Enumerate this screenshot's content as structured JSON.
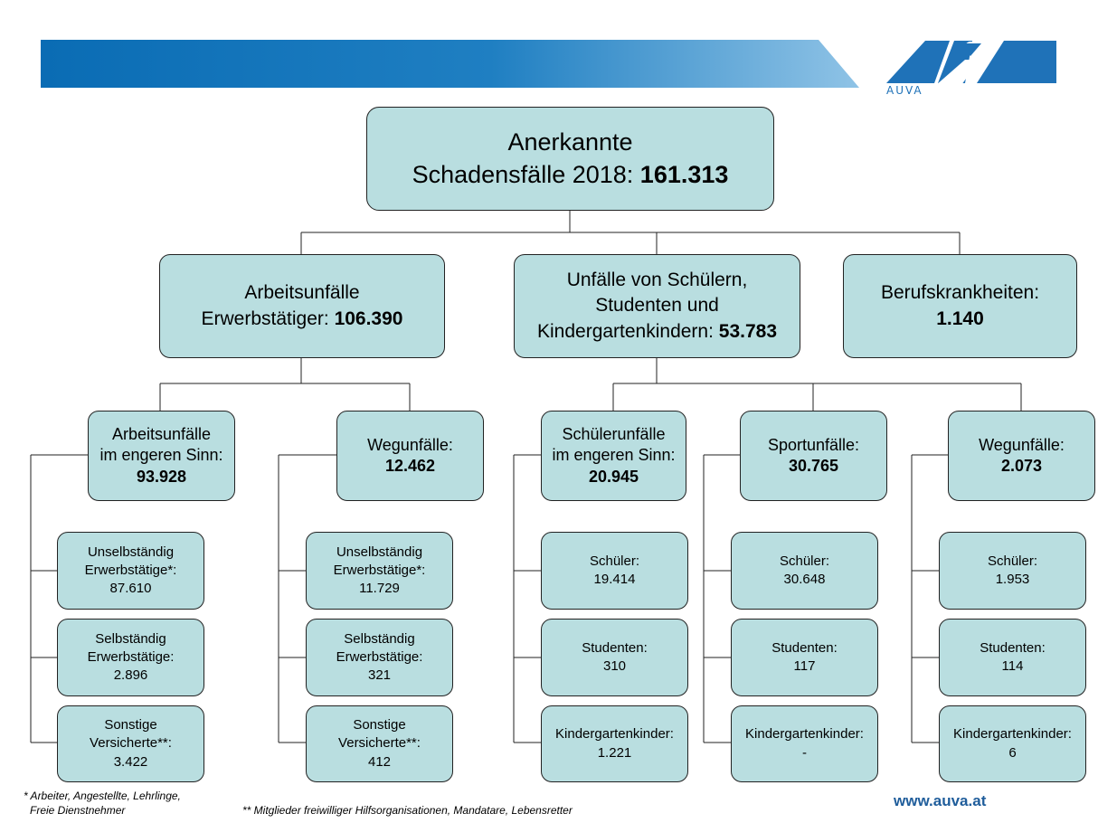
{
  "brand": {
    "logo_text": "AUVA",
    "website": "www.auva.at",
    "colors": {
      "banner_dark": "#0a6cb4",
      "banner_light": "#8fc3e6",
      "box_fill": "#b9dee0",
      "logo_blue": "#1f72b8"
    }
  },
  "root": {
    "line1": "Anerkannte",
    "line2_label": "Schadensfälle 2018: ",
    "value": "161.313"
  },
  "level1": {
    "arbeit": {
      "line1": "Arbeitsunfälle",
      "line2_label": "Erwerbstätiger: ",
      "value": "106.390"
    },
    "schueler": {
      "line1": "Unfälle von Schülern,",
      "line2": "Studenten und",
      "line3_label": "Kindergartenkindern: ",
      "value": "53.783"
    },
    "beruf": {
      "line1": "Berufskrankheiten:",
      "value": "1.140"
    }
  },
  "level2": {
    "a_eng": {
      "line1": "Arbeitsunfälle",
      "line2": "im engeren Sinn:",
      "value": "93.928"
    },
    "a_weg": {
      "line1": "Wegunfälle:",
      "value": "12.462"
    },
    "s_eng": {
      "line1": "Schülerunfälle",
      "line2": "im engeren Sinn:",
      "value": "20.945"
    },
    "s_sport": {
      "line1": "Sportunfälle:",
      "value": "30.765"
    },
    "s_weg": {
      "line1": "Wegunfälle:",
      "value": "2.073"
    }
  },
  "level3": {
    "a_eng_1": {
      "line1": "Unselbständig",
      "line2": "Erwerbstätige*:",
      "value": "87.610"
    },
    "a_eng_2": {
      "line1": "Selbständig",
      "line2": "Erwerbstätige:",
      "value": "2.896"
    },
    "a_eng_3": {
      "line1": "Sonstige",
      "line2": "Versicherte**:",
      "value": "3.422"
    },
    "a_weg_1": {
      "line1": "Unselbständig",
      "line2": "Erwerbstätige*:",
      "value": "11.729"
    },
    "a_weg_2": {
      "line1": "Selbständig",
      "line2": "Erwerbstätige:",
      "value": "321"
    },
    "a_weg_3": {
      "line1": "Sonstige",
      "line2": "Versicherte**:",
      "value": "412"
    },
    "s_eng_1": {
      "line1": "Schüler:",
      "value": "19.414"
    },
    "s_eng_2": {
      "line1": "Studenten:",
      "value": "310"
    },
    "s_eng_3": {
      "line1": "Kindergartenkinder:",
      "value": "1.221"
    },
    "s_sport_1": {
      "line1": "Schüler:",
      "value": "30.648"
    },
    "s_sport_2": {
      "line1": "Studenten:",
      "value": "117"
    },
    "s_sport_3": {
      "line1": "Kindergartenkinder:",
      "value": "-"
    },
    "s_weg_1": {
      "line1": "Schüler:",
      "value": "1.953"
    },
    "s_weg_2": {
      "line1": "Studenten:",
      "value": "114"
    },
    "s_weg_3": {
      "line1": "Kindergartenkinder:",
      "value": "6"
    }
  },
  "footnotes": {
    "note1_line1": "* Arbeiter, Angestellte, Lehrlinge,",
    "note1_line2": "Freie Dienstnehmer",
    "note2": "** Mitglieder freiwilliger Hilfsorganisationen, Mandatare, Lebensretter"
  }
}
